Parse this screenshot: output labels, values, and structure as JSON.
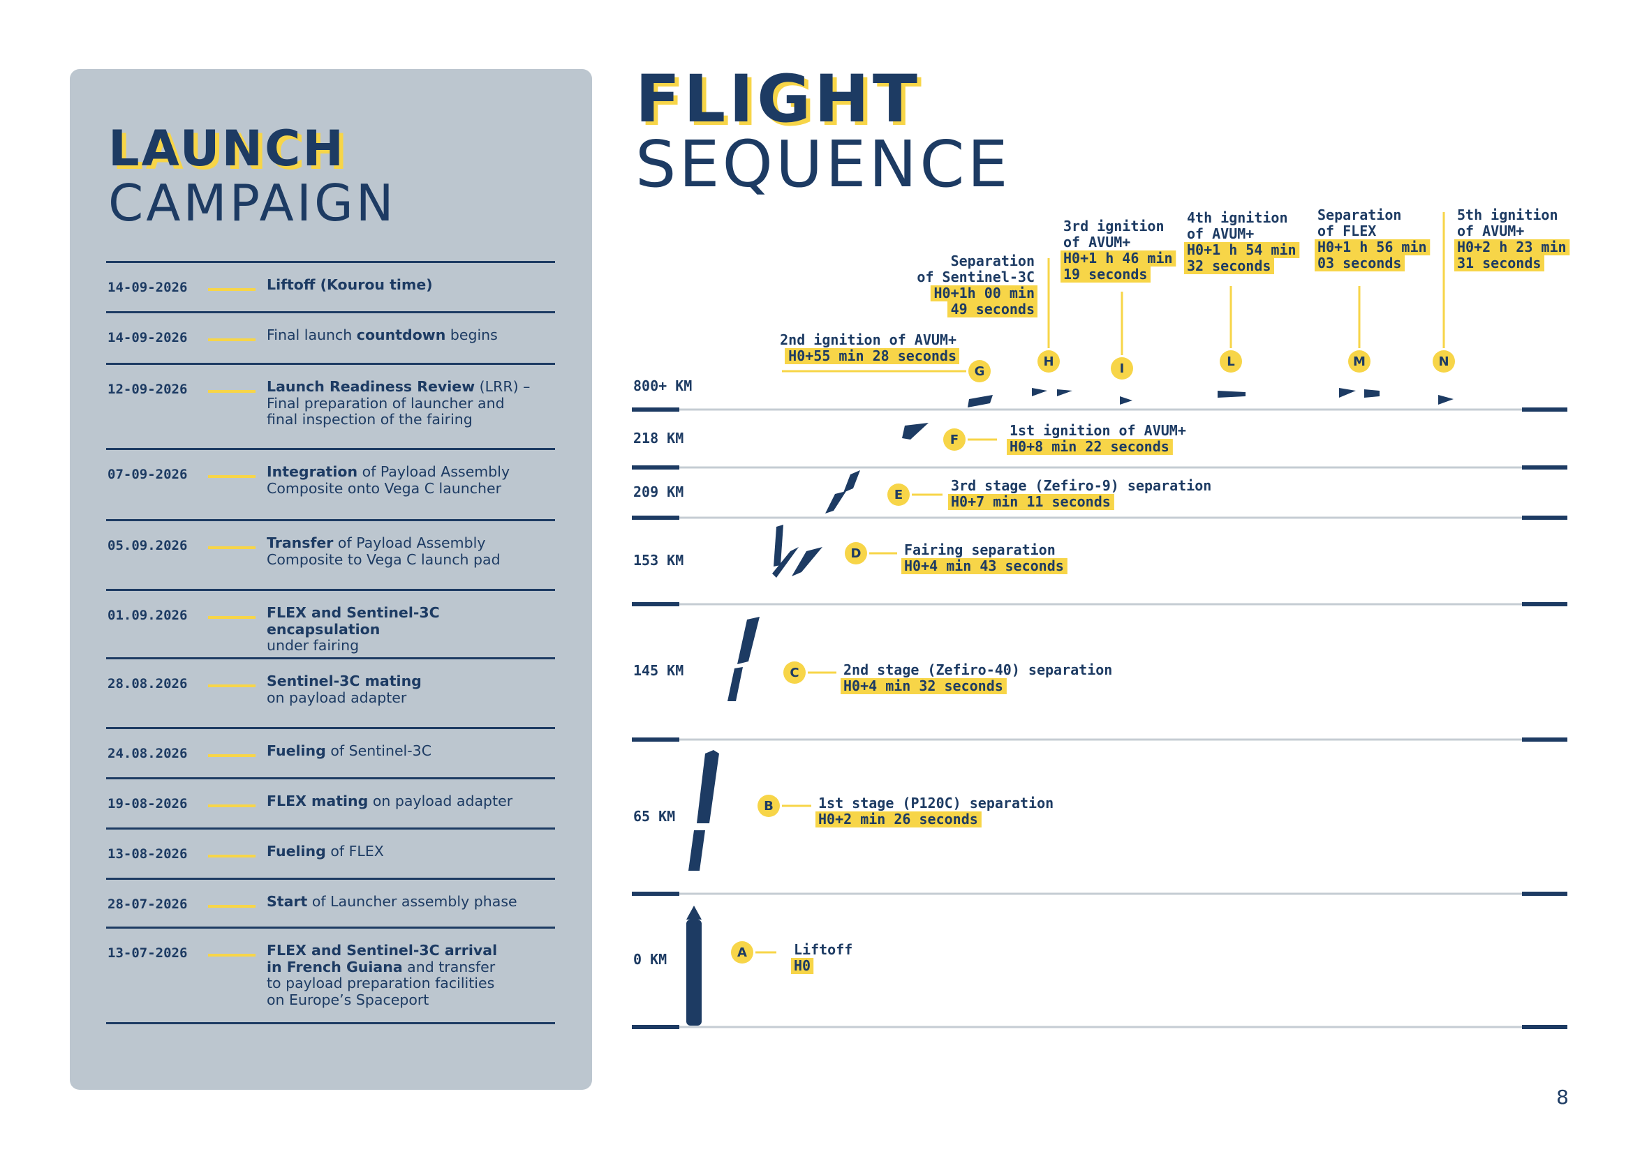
{
  "campaign": {
    "title": "LAUNCH",
    "subtitle": "CAMPAIGN",
    "rows": [
      {
        "date": "14-09-2026",
        "segments": [
          {
            "t": "Liftoff (Kourou time)",
            "b": true
          }
        ]
      },
      {
        "date": "14-09-2026",
        "segments": [
          {
            "t": "Final launch ",
            "b": false
          },
          {
            "t": "countdown",
            "b": true
          },
          {
            "t": " begins",
            "b": false
          }
        ]
      },
      {
        "date": "12-09-2026",
        "segments": [
          {
            "t": "Launch Readiness Review",
            "b": true
          },
          {
            "t": " (LRR) –\nFinal preparation of launcher and\nfinal inspection of the fairing",
            "b": false
          }
        ]
      },
      {
        "date": "07-09-2026",
        "segments": [
          {
            "t": "Integration",
            "b": true
          },
          {
            "t": " of Payload Assembly\nComposite onto Vega C launcher",
            "b": false
          }
        ]
      },
      {
        "date": "05.09.2026",
        "segments": [
          {
            "t": "Transfer",
            "b": true
          },
          {
            "t": " of Payload Assembly\nComposite to Vega C launch pad",
            "b": false
          }
        ]
      },
      {
        "date": "01.09.2026",
        "segments": [
          {
            "t": "FLEX and Sentinel-3C encapsulation",
            "b": true
          },
          {
            "t": "\nunder fairing",
            "b": false
          }
        ]
      },
      {
        "date": "28.08.2026",
        "segments": [
          {
            "t": "Sentinel-3C mating",
            "b": true
          },
          {
            "t": "\non payload adapter",
            "b": false
          }
        ]
      },
      {
        "date": "24.08.2026",
        "segments": [
          {
            "t": "Fueling",
            "b": true
          },
          {
            "t": " of Sentinel-3C",
            "b": false
          }
        ]
      },
      {
        "date": "19-08-2026",
        "segments": [
          {
            "t": "FLEX mating",
            "b": true
          },
          {
            "t": " on payload adapter",
            "b": false
          }
        ]
      },
      {
        "date": "13-08-2026",
        "segments": [
          {
            "t": "Fueling",
            "b": true
          },
          {
            "t": " of FLEX",
            "b": false
          }
        ]
      },
      {
        "date": "28-07-2026",
        "segments": [
          {
            "t": "Start",
            "b": true
          },
          {
            "t": " of Launcher assembly phase",
            "b": false
          }
        ]
      },
      {
        "date": "13-07-2026",
        "segments": [
          {
            "t": "FLEX and Sentinel-3C arrival\nin French Guiana",
            "b": true
          },
          {
            "t": " and transfer\nto payload preparation facilities\non Europe’s Spaceport",
            "b": false
          }
        ]
      }
    ]
  },
  "flight": {
    "title": "FLIGHT",
    "subtitle": "SEQUENCE",
    "altitudes": [
      "800+ KM",
      "218 KM",
      "209 KM",
      "153 KM",
      "145 KM",
      "65 KM",
      "0 KM"
    ],
    "events": [
      {
        "letter": "A",
        "name": [
          "Liftoff"
        ],
        "time": [
          "H0"
        ]
      },
      {
        "letter": "B",
        "name": [
          "1st stage (P120C) separation"
        ],
        "time": [
          "H0+2 min 26 seconds"
        ]
      },
      {
        "letter": "C",
        "name": [
          "2nd stage (Zefiro-40) separation"
        ],
        "time": [
          "H0+4 min 32 seconds"
        ]
      },
      {
        "letter": "D",
        "name": [
          "Fairing separation"
        ],
        "time": [
          "H0+4 min 43 seconds"
        ]
      },
      {
        "letter": "E",
        "name": [
          "3rd stage (Zefiro-9) separation"
        ],
        "time": [
          "H0+7 min 11 seconds"
        ]
      },
      {
        "letter": "F",
        "name": [
          "1st ignition of AVUM+"
        ],
        "time": [
          "H0+8 min 22 seconds"
        ]
      },
      {
        "letter": "G",
        "name": [
          "2nd ignition of AVUM+"
        ],
        "time": [
          "H0+55 min 28 seconds"
        ]
      },
      {
        "letter": "H",
        "name": [
          "Separation",
          "of Sentinel-3C"
        ],
        "time": [
          "H0+1h 00 min",
          "49 seconds"
        ]
      },
      {
        "letter": "I",
        "name": [
          "3rd ignition",
          "of AVUM+"
        ],
        "time": [
          "H0+1 h 46 min",
          "19 seconds"
        ]
      },
      {
        "letter": "L",
        "name": [
          "4th ignition",
          "of AVUM+"
        ],
        "time": [
          "H0+1 h 54 min",
          "32 seconds"
        ]
      },
      {
        "letter": "M",
        "name": [
          "Separation",
          "of FLEX"
        ],
        "time": [
          "H0+1 h 56 min",
          "03 seconds"
        ]
      },
      {
        "letter": "N",
        "name": [
          "5th ignition",
          "of AVUM+"
        ],
        "time": [
          "H0+2 h 23 min",
          "31 seconds"
        ]
      }
    ]
  },
  "page_number": "8",
  "colors": {
    "navy": "#1d3b63",
    "yellow": "#f7d548",
    "panel": "#bcc6cf",
    "rule": "#c5ccd3"
  }
}
